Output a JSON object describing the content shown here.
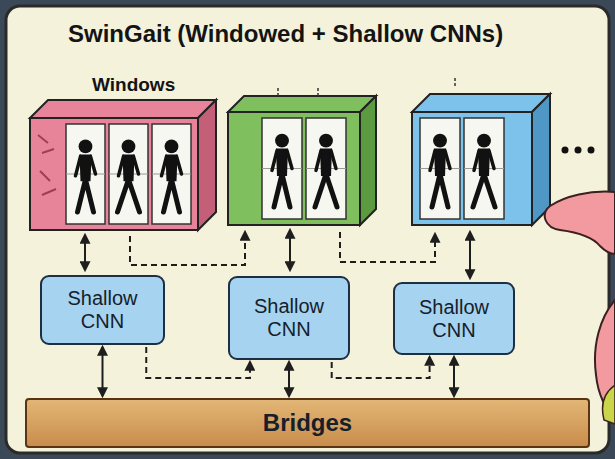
{
  "diagram": {
    "title": "SwinGait (Windowed + Shallow CNNs)",
    "nodes": [
      {
        "text": [
          "Shallow CNN"
        ]
      },
      {
        "text": [
          "Shallow CNN"
        ]
      },
      {
        "text": [
          "Shallow CNN"
        ]
      },
      {
        "text": [
          "Bridges"
        ]
      }
    ],
    "edges": [
      {
        "from": 0,
        "to": 3,
        "arrow": "both"
      },
      {
        "from": 1,
        "to": 3,
        "arrow": "both"
      },
      {
        "from": 2,
        "to": 3,
        "arrow": "both"
      },
      {
        "from": 0,
        "to": 1,
        "arrow": "to"
      },
      {
        "from": 1,
        "to": 2,
        "arrow": "to"
      }
    ],
    "labels": [
      "Windows"
    ]
  }
}
